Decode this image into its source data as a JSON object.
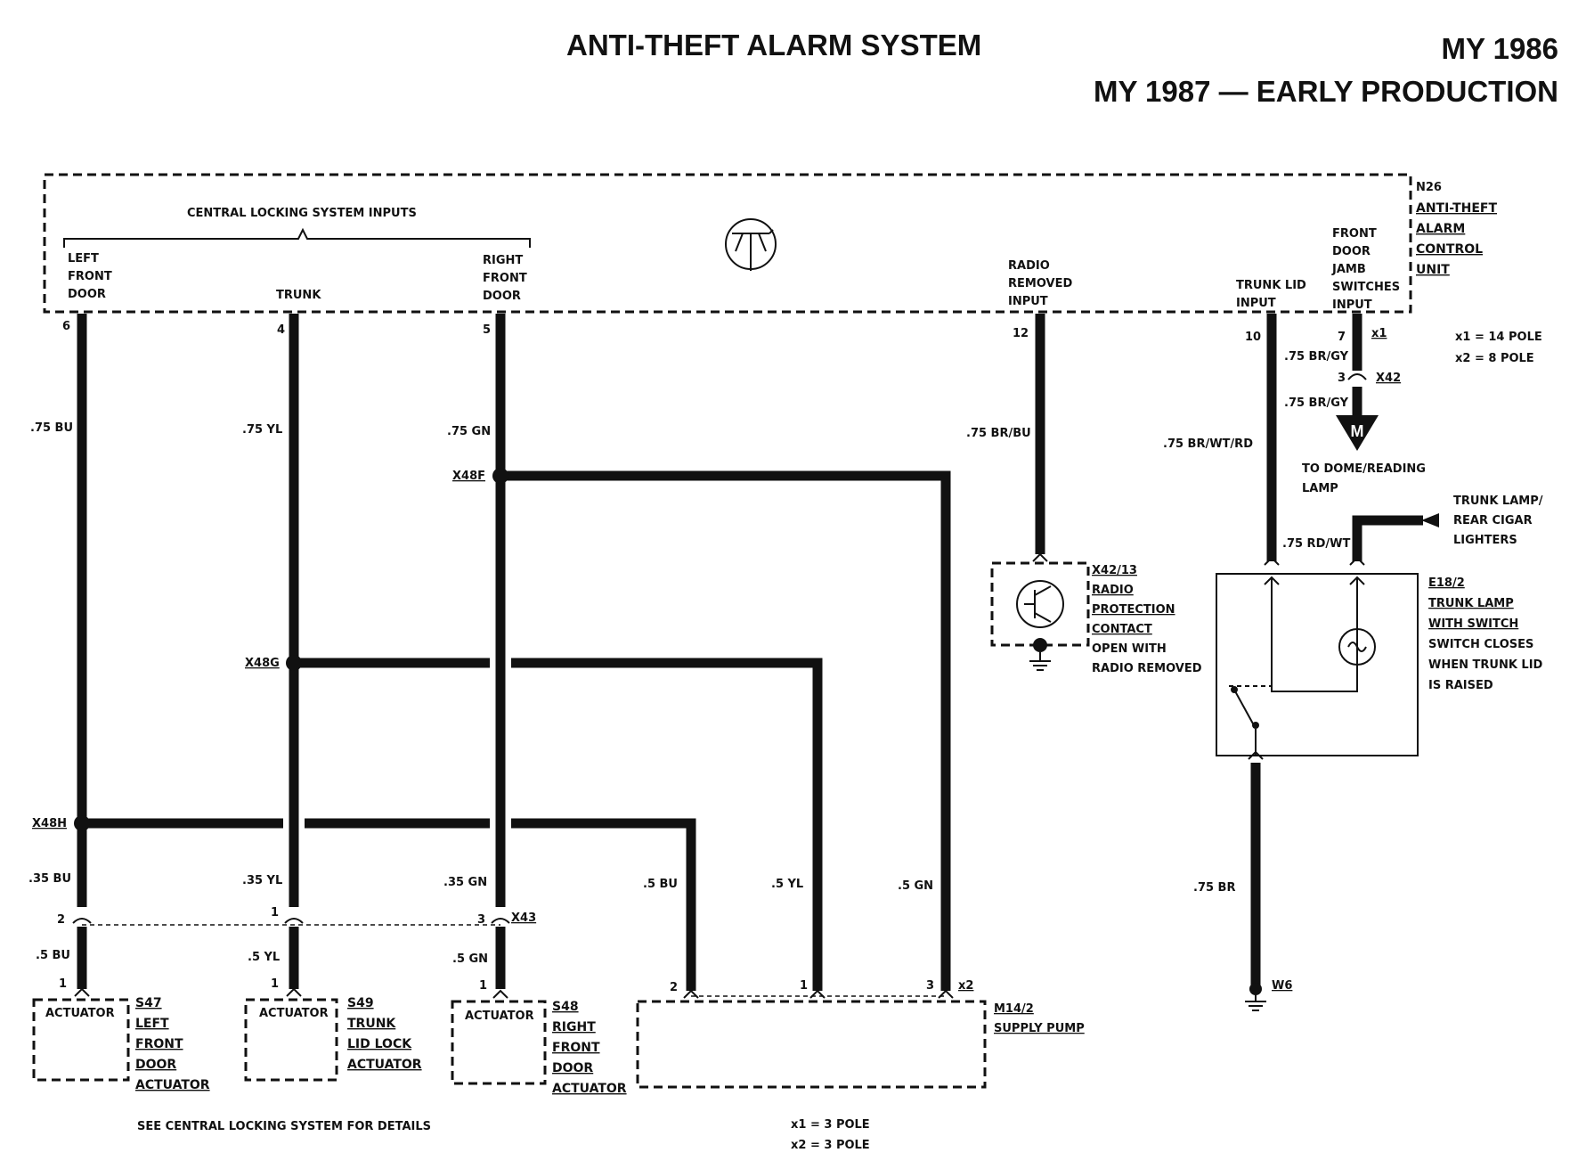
{
  "title": "ANTI-THEFT ALARM SYSTEM",
  "model_year": "MY 1986",
  "subtitle": "MY 1987 — EARLY PRODUCTION",
  "control_unit": {
    "code": "N26",
    "name": [
      "ANTI-THEFT",
      "ALARM",
      "CONTROL",
      "UNIT"
    ],
    "inputs_header": "CENTRAL LOCKING SYSTEM INPUTS",
    "left_front_door": [
      "LEFT",
      "FRONT",
      "DOOR"
    ],
    "trunk": "TRUNK",
    "right_front_door": [
      "RIGHT",
      "FRONT",
      "DOOR"
    ],
    "radio_removed_input": [
      "RADIO",
      "REMOVED",
      "INPUT"
    ],
    "trunk_lid_input": [
      "TRUNK LID",
      "INPUT"
    ],
    "door_jamb_input": [
      "FRONT",
      "DOOR",
      "JAMB",
      "SWITCHES",
      "INPUT"
    ],
    "pin_6": "6",
    "pin_4": "4",
    "pin_5": "5",
    "pin_12": "12",
    "pin_10": "10",
    "pin_7": "7",
    "x1": "x1"
  },
  "pole_note_top": [
    "x1 = 14 POLE",
    "x2 = 8 POLE"
  ],
  "wires": {
    "bu_75": ".75 BU",
    "yl_75": ".75 YL",
    "gn_75": ".75 GN",
    "br_bu_75": ".75 BR/BU",
    "br_wt_rd_75": ".75 BR/WT/RD",
    "br_gy_75_a": ".75 BR/GY",
    "br_gy_75_b": ".75 BR/GY",
    "rd_wt_75": ".75 RD/WT",
    "bu_35": ".35 BU",
    "yl_35": ".35 YL",
    "gn_35": ".35 GN",
    "bu_5a": ".5 BU",
    "yl_5a": ".5 YL",
    "gn_5a": ".5 GN",
    "bu_5b": ".5 BU",
    "yl_5b": ".5  YL",
    "gn_5b": ".5 GN",
    "br_75": ".75  BR"
  },
  "splices": {
    "x48f": "X48F",
    "x48g": "X48G",
    "x48h": "X48H"
  },
  "x42": {
    "code": "X42",
    "pin": "3",
    "motor": "M",
    "to_dome": [
      "TO DOME/READING",
      "LAMP"
    ]
  },
  "trunk_lamp_feed": [
    "TRUNK LAMP/",
    "REAR CIGAR",
    "LIGHTERS"
  ],
  "radio_contact": {
    "code": "X42/13",
    "desc": [
      "RADIO",
      "PROTECTION",
      "CONTACT"
    ],
    "note": [
      "OPEN WITH",
      "RADIO REMOVED"
    ]
  },
  "trunk_lamp": {
    "code": "E18/2",
    "desc": [
      "TRUNK LAMP",
      "WITH SWITCH"
    ],
    "note": [
      "SWITCH CLOSES",
      "WHEN TRUNK LID",
      "IS RAISED"
    ]
  },
  "ground": "W6",
  "x43": {
    "code": "X43",
    "pin_2": "2",
    "pin_1": "1",
    "pin_3": "3"
  },
  "actuators": {
    "label": "ACTUATOR",
    "s47": {
      "code": "S47",
      "desc": [
        "LEFT",
        "FRONT",
        "DOOR",
        "ACTUATOR"
      ],
      "pin": "1"
    },
    "s49": {
      "code": "S49",
      "desc": [
        "TRUNK",
        "LID LOCK",
        "ACTUATOR"
      ],
      "pin": "1"
    },
    "s48": {
      "code": "S48",
      "desc": [
        "RIGHT",
        "FRONT",
        "DOOR",
        "ACTUATOR"
      ],
      "pin": "1"
    }
  },
  "pump": {
    "code": "M14/2",
    "desc": "SUPPLY PUMP",
    "pin_2": "2",
    "pin_1": "1",
    "pin_3": "3",
    "x2": "x2"
  },
  "see_note": "SEE CENTRAL LOCKING SYSTEM FOR DETAILS",
  "pole_note_bottom": [
    "x1 = 3 POLE",
    "x2 = 3 POLE"
  ]
}
